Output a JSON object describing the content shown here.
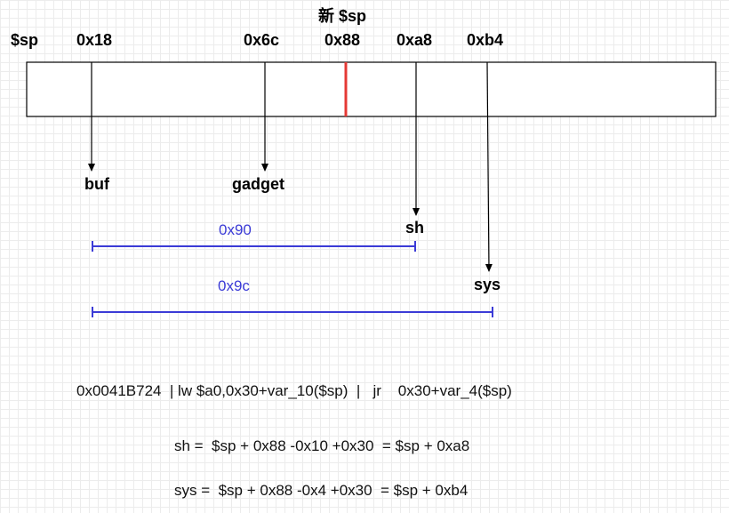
{
  "top_label": "新 $sp",
  "offsets": [
    "$sp",
    "0x18",
    "0x6c",
    "0x88",
    "0xa8",
    "0xb4"
  ],
  "targets": {
    "buf": "buf",
    "gadget": "gadget",
    "sh": "sh",
    "sys": "sys"
  },
  "spans": {
    "sh_span": "0x90",
    "sys_span": "0x9c"
  },
  "colors": {
    "marker": "#e53935",
    "span": "#3b3bd6"
  },
  "equations": {
    "instruction": "0x0041B724  | lw $a0,0x30+var_10($sp)  |   jr    0x30+var_4($sp)",
    "sh": "sh =  $sp + 0x88 -0x10 +0x30  = $sp + 0xa8",
    "sys": "sys =  $sp + 0x88 -0x4 +0x30  = $sp + 0xb4"
  }
}
